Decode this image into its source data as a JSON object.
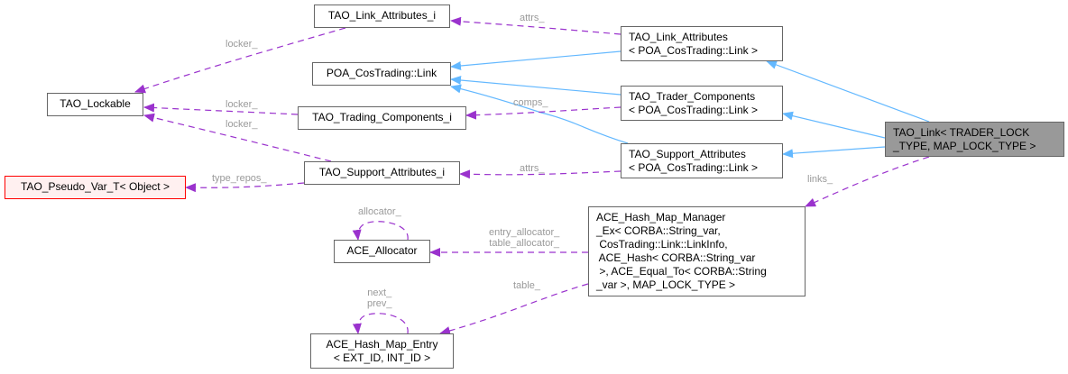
{
  "diagram": {
    "type": "collaboration-graph",
    "colors": {
      "inheritance_edge": "#63b8ff",
      "usage_edge": "#9a32cd",
      "edge_label": "#9a9a9a",
      "focus_node_fill": "#999999",
      "external_node_border": "#ff0000",
      "external_node_fill": "#fff0f0",
      "node_border": "#666666"
    },
    "nodes": {
      "tao_link_attributes_i": "TAO_Link_Attributes_i",
      "tao_link_attributes": "TAO_Link_Attributes\n< POA_CosTrading::Link >",
      "poa_costrading_link": "POA_CosTrading::Link",
      "tao_lockable": "TAO_Lockable",
      "tao_trading_components_i": "TAO_Trading_Components_i",
      "tao_trader_components": "TAO_Trader_Components\n< POA_CosTrading::Link >",
      "tao_link": "TAO_Link< TRADER_LOCK\n_TYPE, MAP_LOCK_TYPE >",
      "tao_support_attributes": "TAO_Support_Attributes\n< POA_CosTrading::Link >",
      "tao_support_attributes_i": "TAO_Support_Attributes_i",
      "tao_pseudo_var_t": "TAO_Pseudo_Var_T< Object >",
      "ace_allocator": "ACE_Allocator",
      "ace_hash_map_manager": "ACE_Hash_Map_Manager\n_Ex< CORBA::String_var,\n CosTrading::Link::LinkInfo,\n ACE_Hash< CORBA::String_var\n >, ACE_Equal_To< CORBA::String\n_var >, MAP_LOCK_TYPE >",
      "ace_hash_map_entry": "ACE_Hash_Map_Entry\n< EXT_ID, INT_ID >"
    },
    "edge_labels": {
      "attrs_link": "attrs_",
      "locker_link": "locker_",
      "locker_trading": "locker_",
      "locker_support": "locker_",
      "comps": "comps_",
      "attrs_support": "attrs_",
      "type_repos": "type_repos_",
      "links": "links_",
      "allocator": "allocator_",
      "entry_table_allocator": "entry_allocator_\ntable_allocator_",
      "table": "table_",
      "next_prev": "next_\nprev_"
    }
  }
}
